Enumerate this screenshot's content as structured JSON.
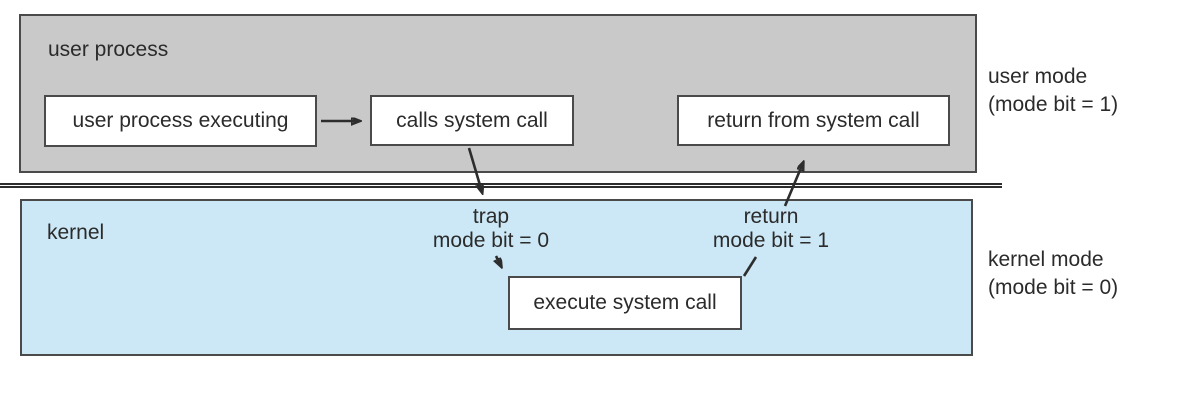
{
  "diagram": {
    "title_semantic": "transition from user to kernel mode",
    "user_region": {
      "label": "user process",
      "executing_box": "user process executing",
      "calls_box": "calls system call",
      "return_box": "return from system call"
    },
    "kernel_region": {
      "label": "kernel",
      "execute_box": "execute system call",
      "trap_line1": "trap",
      "trap_line2": "mode bit = 0",
      "return_line1": "return",
      "return_line2": "mode bit = 1"
    },
    "side_labels": {
      "user_mode_line1": "user mode",
      "user_mode_line2": "(mode bit = 1)",
      "kernel_mode_line1": "kernel mode",
      "kernel_mode_line2": "(mode bit = 0)"
    },
    "colors": {
      "user_fill": "#c9c9c9",
      "kernel_fill": "#cce8f6",
      "border": "#4a4a4a",
      "line": "#2d2d2d",
      "text": "#2b2b2b"
    }
  }
}
